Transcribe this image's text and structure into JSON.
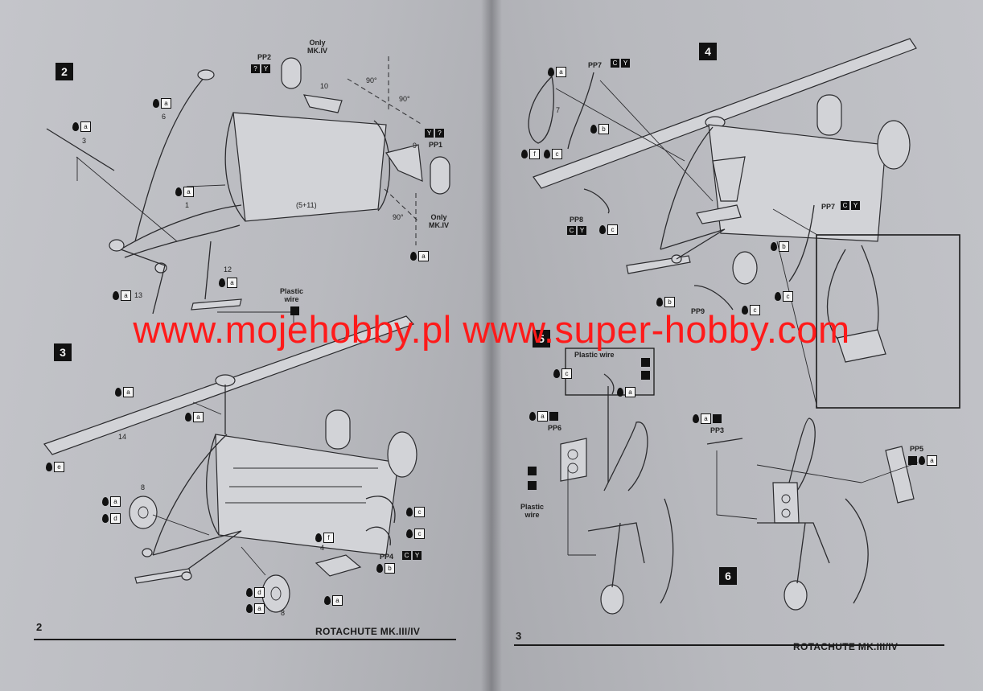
{
  "watermark": "www.mojehobby.pl www.super-hobby.com",
  "left_page": {
    "page_number": "2",
    "title": "ROTACHUTE MK.III/IV",
    "step2": {
      "step": "2",
      "pp2_label": "PP2",
      "pp2_icons": [
        "?",
        "Y"
      ],
      "only_mk_iv_top": "Only\nMK.IV",
      "only_mk_iv_bottom": "Only\nMK.IV",
      "pp1_label": "PP1",
      "pp1_icons": [
        "Y",
        "?"
      ],
      "angles": [
        "90°",
        "90°",
        "90°"
      ],
      "parts": [
        "10",
        "6",
        "3",
        "9",
        "1",
        "(5+11)",
        "12",
        "13"
      ],
      "paint_chips": [
        "a",
        "a",
        "a",
        "a",
        "a",
        "a"
      ],
      "plastic_wire": "Plastic\nwire"
    },
    "step3": {
      "step": "3",
      "parts": [
        "14",
        "8",
        "4",
        "8"
      ],
      "paint_chips": [
        "a",
        "a",
        "e",
        "a",
        "d",
        "c",
        "c",
        "f",
        "b",
        "a",
        "d",
        "a"
      ],
      "pp4_label": "PP4",
      "pp4_icons": [
        "C",
        "Y"
      ]
    }
  },
  "right_page": {
    "page_number": "3",
    "title": "ROTACHUTE MK.III/IV",
    "step4": {
      "step": "4",
      "pp7_top_label": "PP7",
      "pp7_top_icons": [
        "C",
        "Y"
      ],
      "pp7_right_label": "PP7",
      "pp7_right_icons": [
        "C",
        "Y"
      ],
      "pp8_label": "PP8",
      "pp8_icons": [
        "C",
        "Y"
      ],
      "pp9_label": "PP9",
      "parts": [
        "7"
      ],
      "paint_chips": [
        "a",
        "b",
        "f",
        "c",
        "c",
        "b",
        "c",
        "b",
        "c"
      ]
    },
    "step5": {
      "step": "5",
      "plastic_wire": "Plastic wire",
      "plastic_wire_left": "Plastic\nwire",
      "pp6_label": "PP6",
      "paint_chips": [
        "c",
        "a",
        "a"
      ]
    },
    "step6": {
      "step": "6",
      "pp3_label": "PP3",
      "pp5_label": "PP5",
      "paint_chips": [
        "a",
        "a"
      ]
    }
  }
}
